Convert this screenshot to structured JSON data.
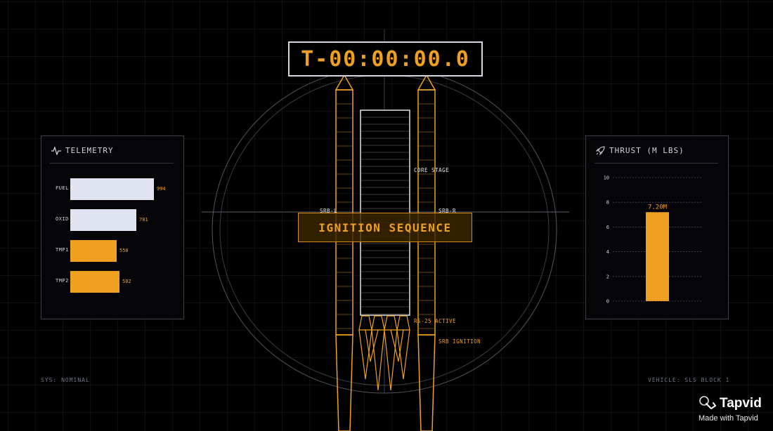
{
  "countdown": "T-00:00:00.0",
  "status_banner": "IGNITION SEQUENCE",
  "telemetry": {
    "title": "TELEMETRY",
    "icon": "activity-icon",
    "scale_max": 1000,
    "rows": [
      {
        "label": "FUEL",
        "value": 994,
        "value_text": "994",
        "color": "#dfe4f0"
      },
      {
        "label": "OXID",
        "value": 781,
        "value_text": "781",
        "color": "#dfe4f0"
      },
      {
        "label": "TMP1",
        "value": 550,
        "value_text": "550",
        "color": "#f0a020"
      },
      {
        "label": "TMP2",
        "value": 582,
        "value_text": "582",
        "color": "#f0a020"
      }
    ]
  },
  "thrust": {
    "title": "THRUST (M LBS)",
    "icon": "rocket-icon"
  },
  "chart_data": {
    "type": "bar",
    "title": "THRUST (M LBS)",
    "categories": [
      ""
    ],
    "values": [
      7.2
    ],
    "data_labels": [
      "7.20M"
    ],
    "ylim": [
      0,
      10
    ],
    "yticks": [
      "0",
      "2",
      "4",
      "6",
      "8",
      "10"
    ],
    "grid": true,
    "bar_color": "#f0a020"
  },
  "vehicle_labels": {
    "core_stage": "CORE STAGE",
    "srb_left": "SRB-L",
    "srb_right": "SRB-R",
    "rs25": "RS-25 ACTIVE",
    "srb_ignition": "SRB IGNITION"
  },
  "footer": {
    "system_status": "SYS: NOMINAL",
    "vehicle": "VEHICLE: SLS BLOCK 1"
  },
  "watermark": {
    "brand": "Tapvid",
    "tagline": "Made with Tapvid"
  },
  "colors": {
    "accent": "#f0a020",
    "panel_border": "#3c404c",
    "background": "#000000"
  }
}
